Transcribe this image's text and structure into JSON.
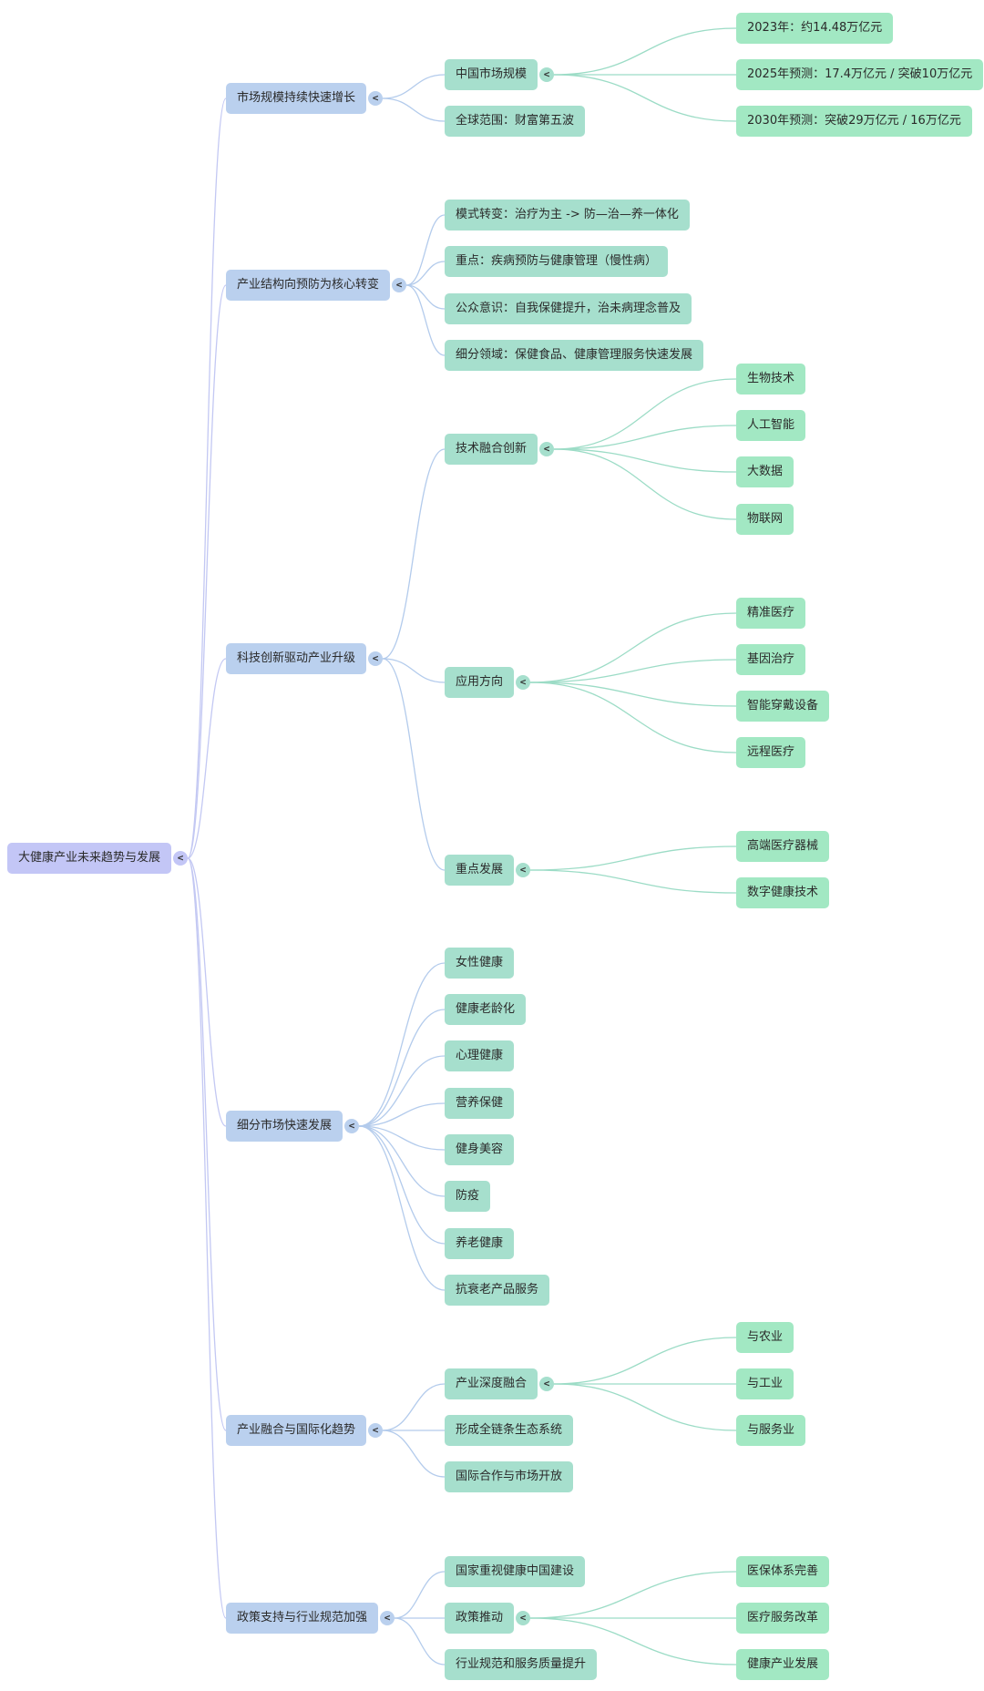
{
  "mindmap": {
    "colors": {
      "root_fill": "#c3c6f6",
      "level1_fill": "#bad0ee",
      "level2_fill": "#a6dfcd",
      "level3_fill": "#a2e8c3",
      "edge_root": "#c3c8f3",
      "edge_level1": "#b3cbec",
      "edge_level2": "#9cdcc6",
      "collapse_icon": "<"
    },
    "root": {
      "label": "大健康产业未来趋势与发展",
      "children": [
        {
          "label": "市场规模持续快速增长",
          "children": [
            {
              "label": "中国市场规模",
              "children": [
                {
                  "label": "2023年：约14.48万亿元"
                },
                {
                  "label": "2025年预测：17.4万亿元 / 突破10万亿元"
                },
                {
                  "label": "2030年预测：突破29万亿元 / 16万亿元"
                }
              ]
            },
            {
              "label": "全球范围：财富第五波"
            }
          ]
        },
        {
          "label": "产业结构向预防为核心转变",
          "children": [
            {
              "label": "模式转变：治疗为主 -> 防—治—养一体化"
            },
            {
              "label": "重点：疾病预防与健康管理（慢性病）"
            },
            {
              "label": "公众意识：自我保健提升，治未病理念普及"
            },
            {
              "label": "细分领域：保健食品、健康管理服务快速发展"
            }
          ]
        },
        {
          "label": "科技创新驱动产业升级",
          "children": [
            {
              "label": "技术融合创新",
              "children": [
                {
                  "label": "生物技术"
                },
                {
                  "label": "人工智能"
                },
                {
                  "label": "大数据"
                },
                {
                  "label": "物联网"
                }
              ]
            },
            {
              "label": "应用方向",
              "children": [
                {
                  "label": "精准医疗"
                },
                {
                  "label": "基因治疗"
                },
                {
                  "label": "智能穿戴设备"
                },
                {
                  "label": "远程医疗"
                }
              ]
            },
            {
              "label": "重点发展",
              "children": [
                {
                  "label": "高端医疗器械"
                },
                {
                  "label": "数字健康技术"
                }
              ]
            }
          ]
        },
        {
          "label": "细分市场快速发展",
          "children": [
            {
              "label": "女性健康"
            },
            {
              "label": "健康老龄化"
            },
            {
              "label": "心理健康"
            },
            {
              "label": "营养保健"
            },
            {
              "label": "健身美容"
            },
            {
              "label": "防疫"
            },
            {
              "label": "养老健康"
            },
            {
              "label": "抗衰老产品服务"
            }
          ]
        },
        {
          "label": "产业融合与国际化趋势",
          "children": [
            {
              "label": "产业深度融合",
              "children": [
                {
                  "label": "与农业"
                },
                {
                  "label": "与工业"
                },
                {
                  "label": "与服务业"
                }
              ]
            },
            {
              "label": "形成全链条生态系统"
            },
            {
              "label": "国际合作与市场开放"
            }
          ]
        },
        {
          "label": "政策支持与行业规范加强",
          "children": [
            {
              "label": "国家重视健康中国建设"
            },
            {
              "label": "政策推动",
              "children": [
                {
                  "label": "医保体系完善"
                },
                {
                  "label": "医疗服务改革"
                },
                {
                  "label": "健康产业发展"
                }
              ]
            },
            {
              "label": "行业规范和服务质量提升"
            }
          ]
        }
      ]
    }
  }
}
